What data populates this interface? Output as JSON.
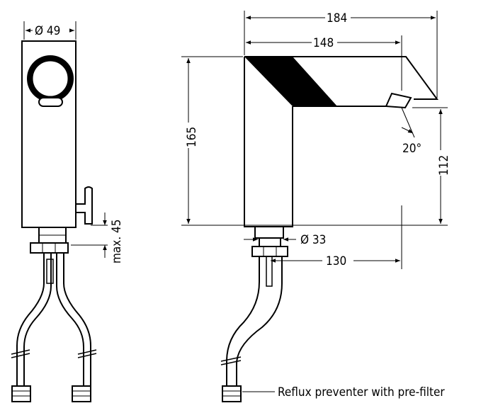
{
  "dimensions": {
    "diameter_body": "Ø 49",
    "max_height": "max. 45",
    "overall_width": "184",
    "spout_length": "148",
    "height": "165",
    "spout_height": "112",
    "spout_angle": "20°",
    "diameter_shank": "Ø 33",
    "reach": "130"
  },
  "callouts": {
    "reflux_note": "Reflux preventer with pre-filter"
  },
  "colors": {
    "line": "#000000",
    "background": "#ffffff"
  }
}
